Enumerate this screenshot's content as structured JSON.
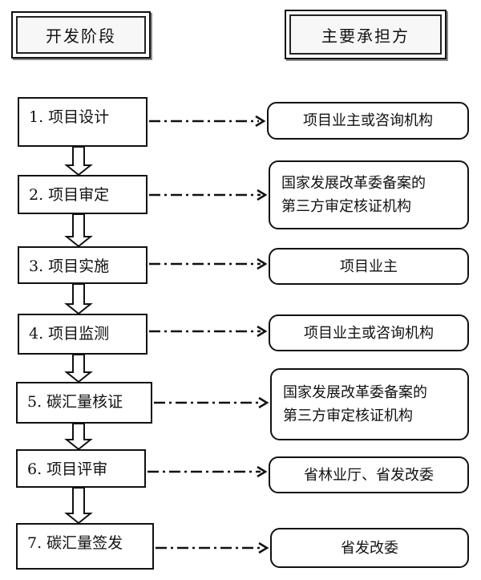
{
  "headers": {
    "stage": "开发阶段",
    "party": "主要承担方"
  },
  "steps": [
    {
      "label": "1. 项目设计",
      "party": "项目业主或咨询机构"
    },
    {
      "label": "2. 项目审定",
      "party": "国家发展改革委备案的\n第三方审定核证机构"
    },
    {
      "label": "3. 项目实施",
      "party": "项目业主"
    },
    {
      "label": "4. 项目监测",
      "party": "项目业主或咨询机构"
    },
    {
      "label": "5. 碳汇量核证",
      "party": "国家发展改革委备案的\n第三方审定核证机构"
    },
    {
      "label": "6. 项目评审",
      "party": "省林业厅、省发改委"
    },
    {
      "label": "7. 碳汇量签发",
      "party": "省发改委"
    }
  ]
}
